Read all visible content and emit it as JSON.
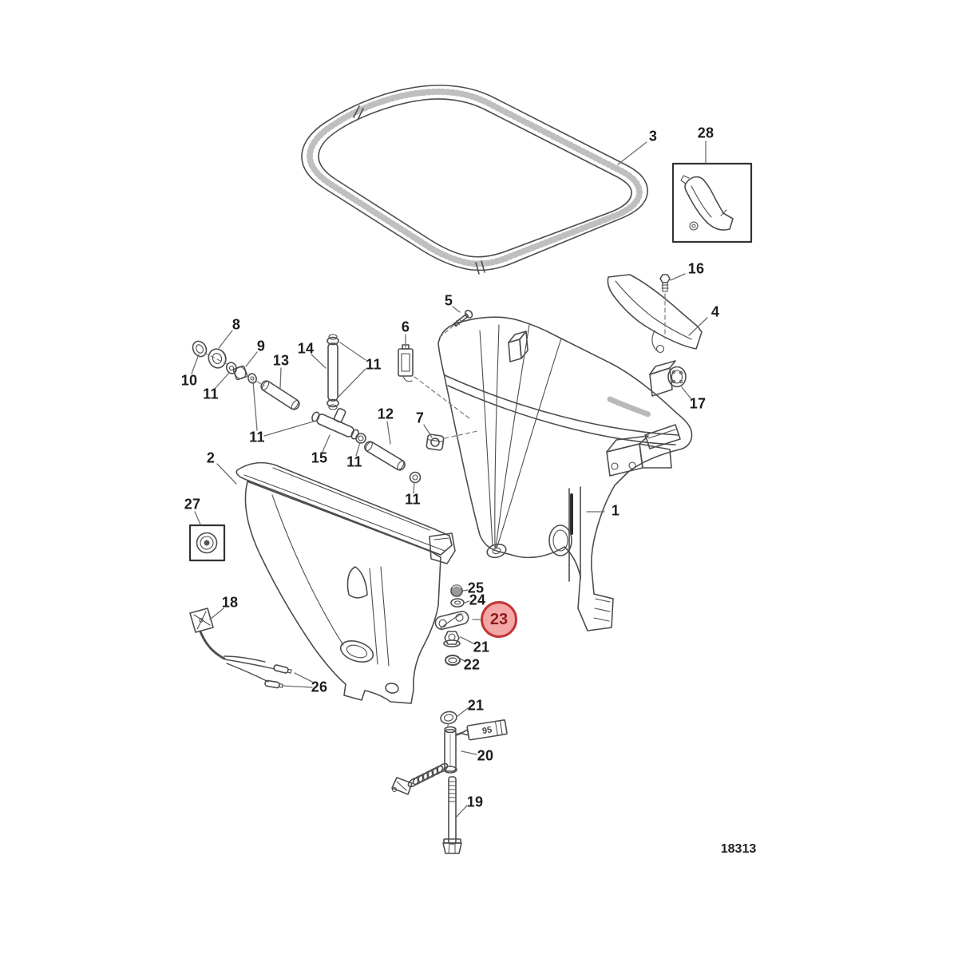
{
  "diagram": {
    "drawing_number": "18313",
    "tube_text": "95",
    "highlight": {
      "label": "23",
      "border_color": "#c03535",
      "fill_color": "#f4a7a7",
      "text_color": "#8b1d1d"
    },
    "line_color": "#4d4d4d",
    "leader_color": "#6e6e6e",
    "callouts": {
      "c1": "1",
      "c2": "2",
      "c3": "3",
      "c4": "4",
      "c5": "5",
      "c6": "6",
      "c7": "7",
      "c8": "8",
      "c9": "9",
      "c10": "10",
      "c11a": "11",
      "c11b": "11",
      "c11c": "11",
      "c11d": "11",
      "c11e": "11",
      "c12": "12",
      "c13": "13",
      "c14": "14",
      "c15": "15",
      "c16": "16",
      "c17": "17",
      "c18": "18",
      "c19": "19",
      "c20": "20",
      "c21a": "21",
      "c21b": "21",
      "c22": "22",
      "c24": "24",
      "c25": "25",
      "c26": "26",
      "c27": "27",
      "c28": "28"
    }
  }
}
